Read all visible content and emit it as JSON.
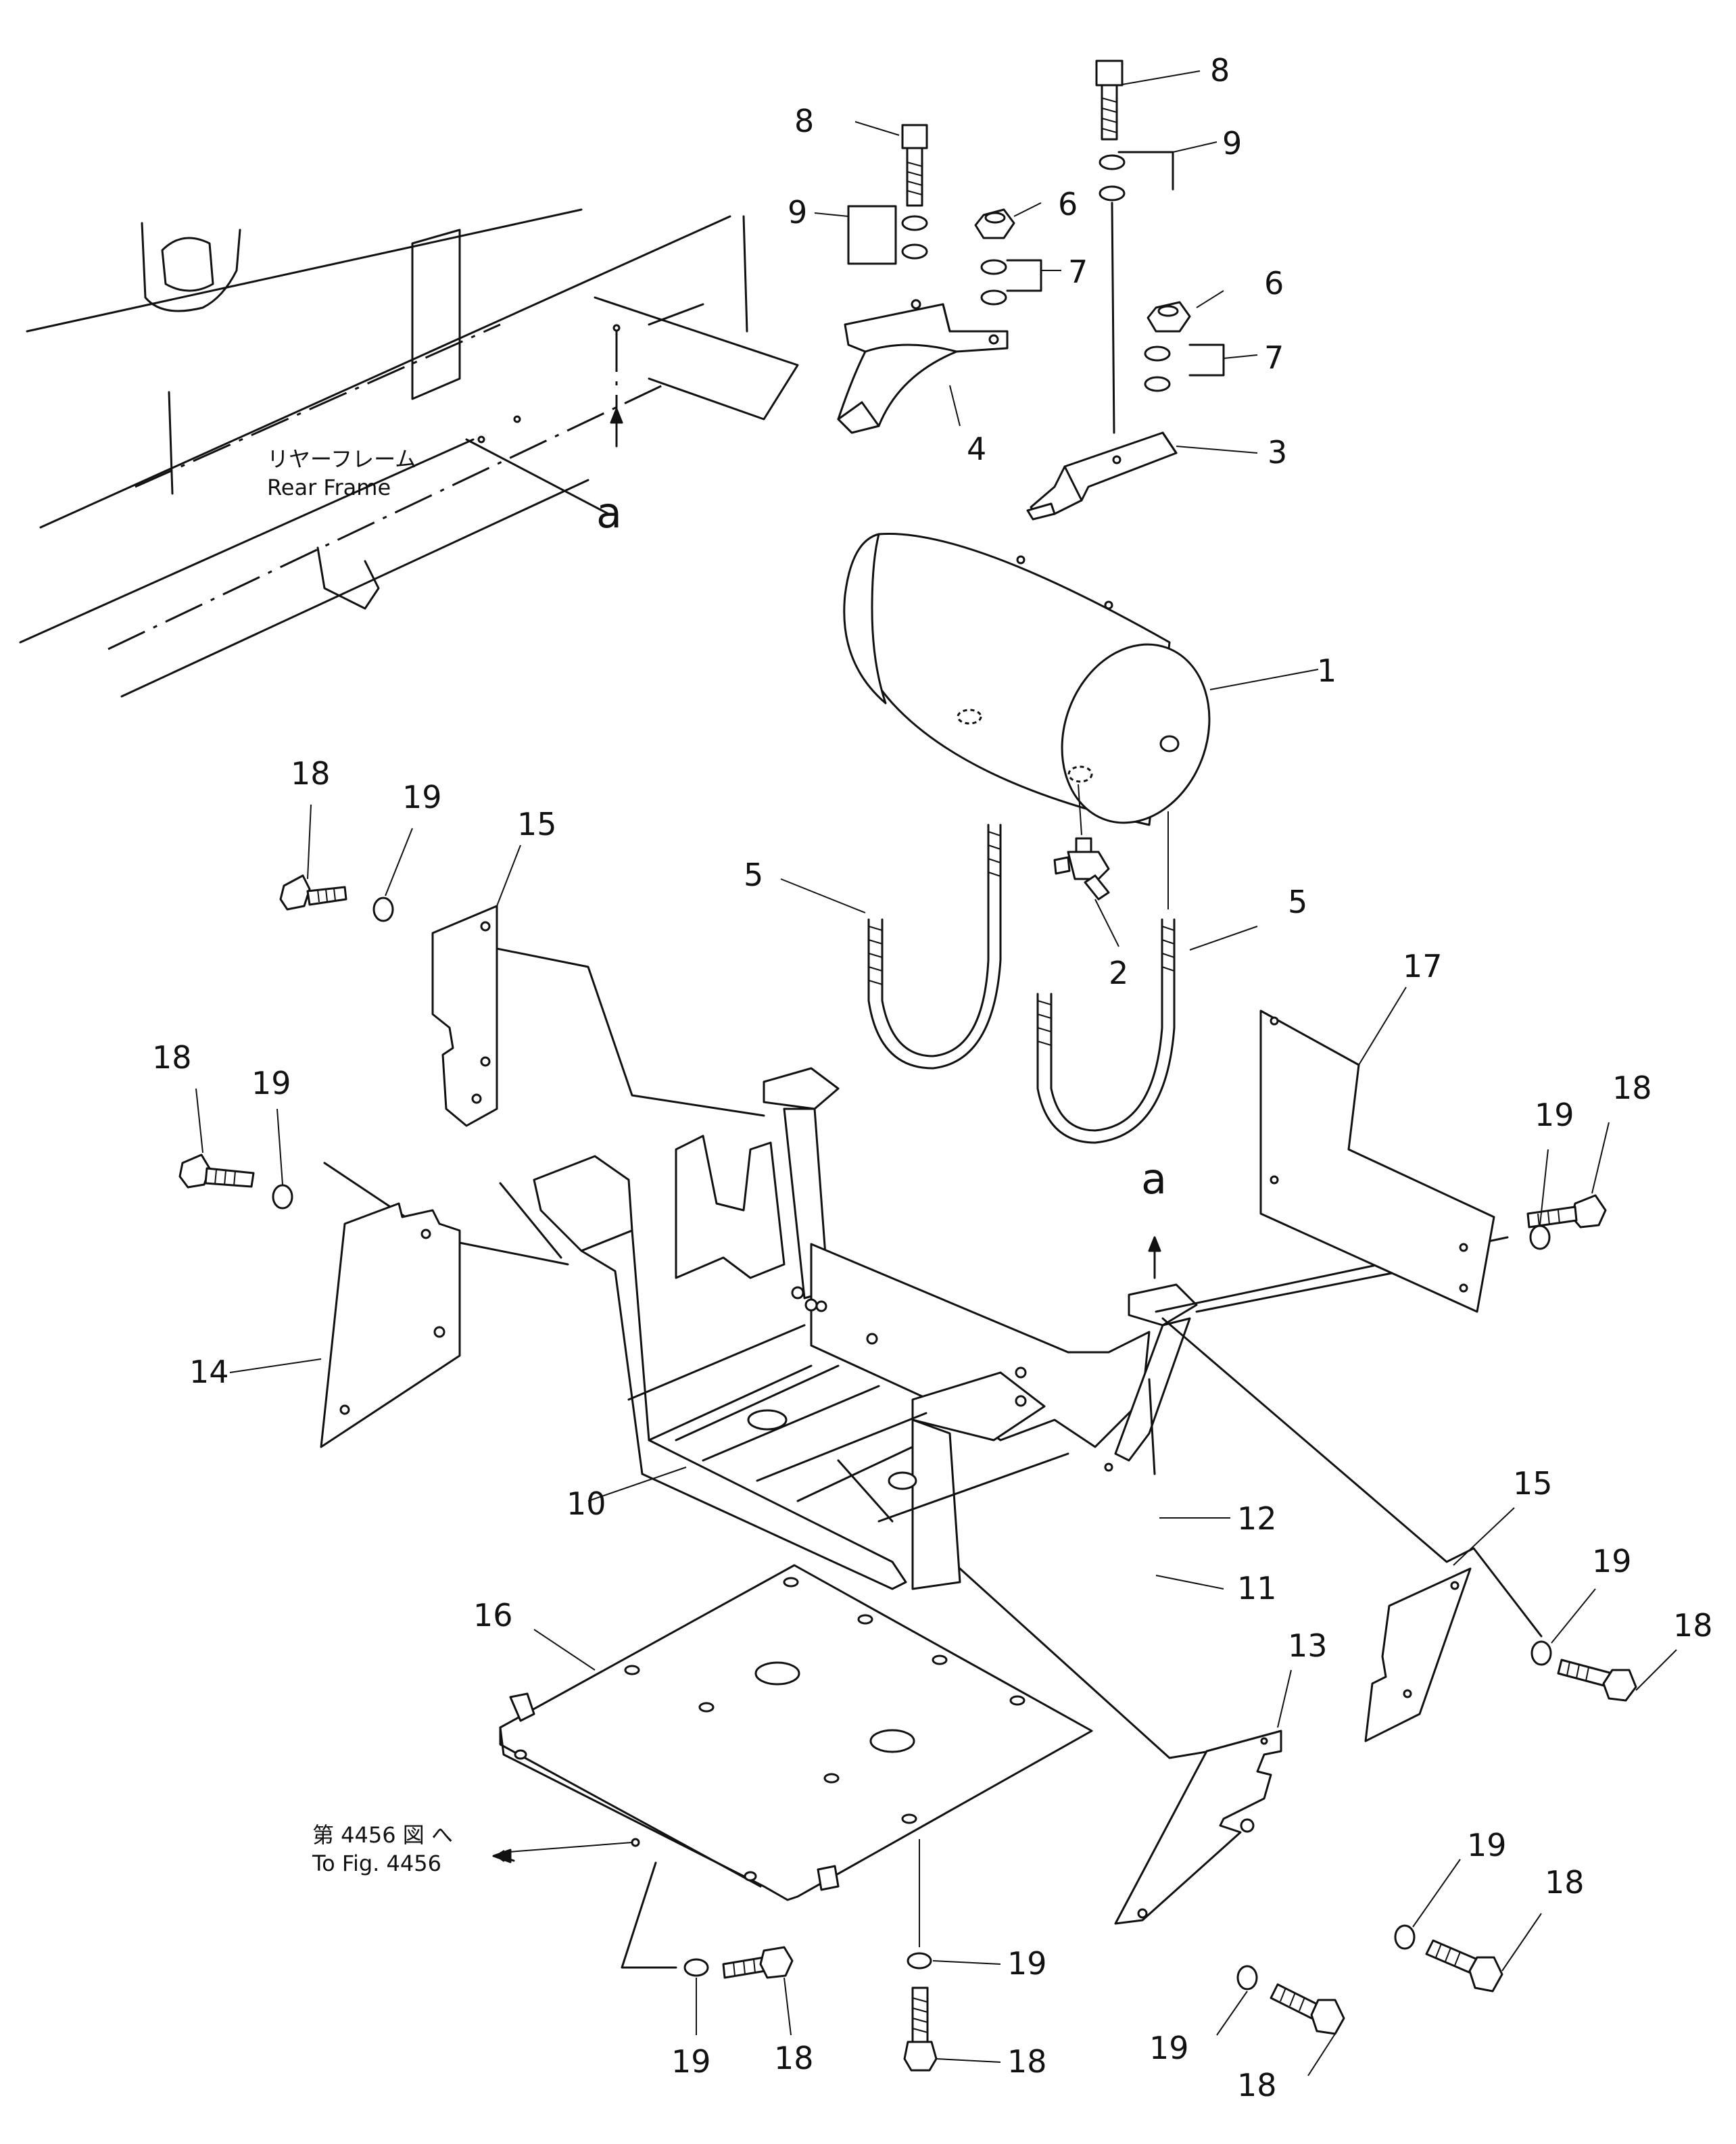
{
  "labels": {
    "rear_frame_jp": "リヤーフレーム",
    "rear_frame_en": "Rear Frame",
    "view_a_top": "a",
    "view_a_bottom": "a",
    "fig_ref_jp": "第 4456 図 へ",
    "fig_ref_en": "To Fig. 4456"
  },
  "callouts": {
    "p1": "1",
    "p2": "2",
    "p3": "3",
    "p4": "4",
    "p5a": "5",
    "p5b": "5",
    "p6a": "6",
    "p6b": "6",
    "p7a": "7",
    "p7b": "7",
    "p8a": "8",
    "p8b": "8",
    "p9a": "9",
    "p9b": "9",
    "p10": "10",
    "p11": "11",
    "p12": "12",
    "p13": "13",
    "p14": "14",
    "p15a": "15",
    "p15b": "15",
    "p16": "16",
    "p17": "17",
    "p18a": "18",
    "p18b": "18",
    "p18c": "18",
    "p18d": "18",
    "p18e": "18",
    "p18f": "18",
    "p18g": "18",
    "p18h": "18",
    "p19a": "19",
    "p19b": "19",
    "p19c": "19",
    "p19d": "19",
    "p19e": "19",
    "p19f": "19",
    "p19g": "19",
    "p19h": "19"
  }
}
